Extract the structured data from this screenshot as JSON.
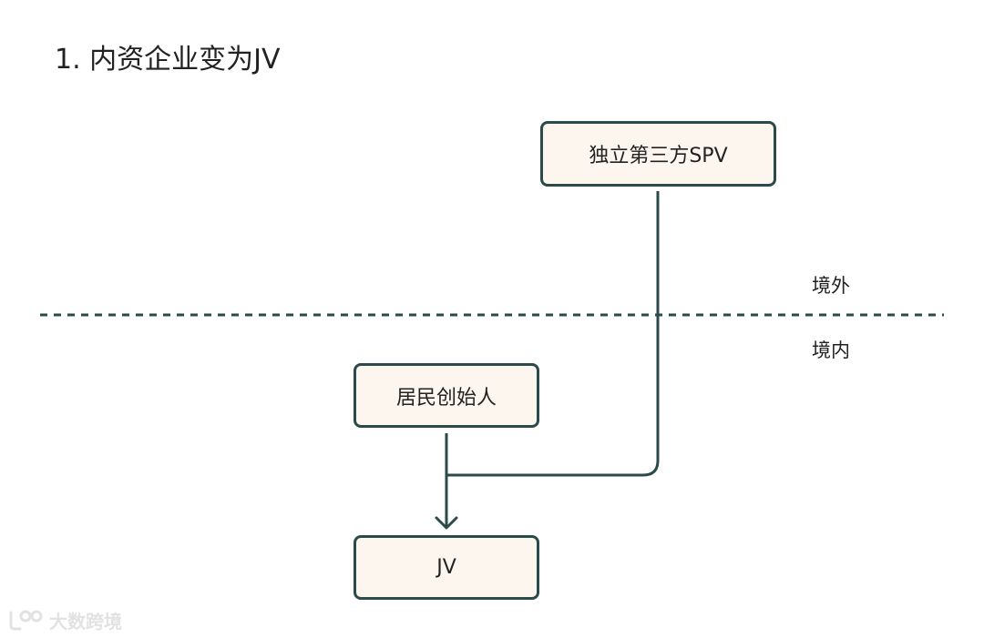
{
  "title": "1. 内资企业变为JV",
  "nodes": {
    "spv": "独立第三方SPV",
    "founder": "居民创始人",
    "jv": "JV"
  },
  "regions": {
    "offshore": "境外",
    "onshore": "境内"
  },
  "watermark": {
    "text": "大数跨境"
  },
  "colors": {
    "line": "#2b4b4b",
    "node_fill": "#fdf6ee",
    "node_border": "#2b4b4b",
    "watermark": "#e2e2e2"
  }
}
